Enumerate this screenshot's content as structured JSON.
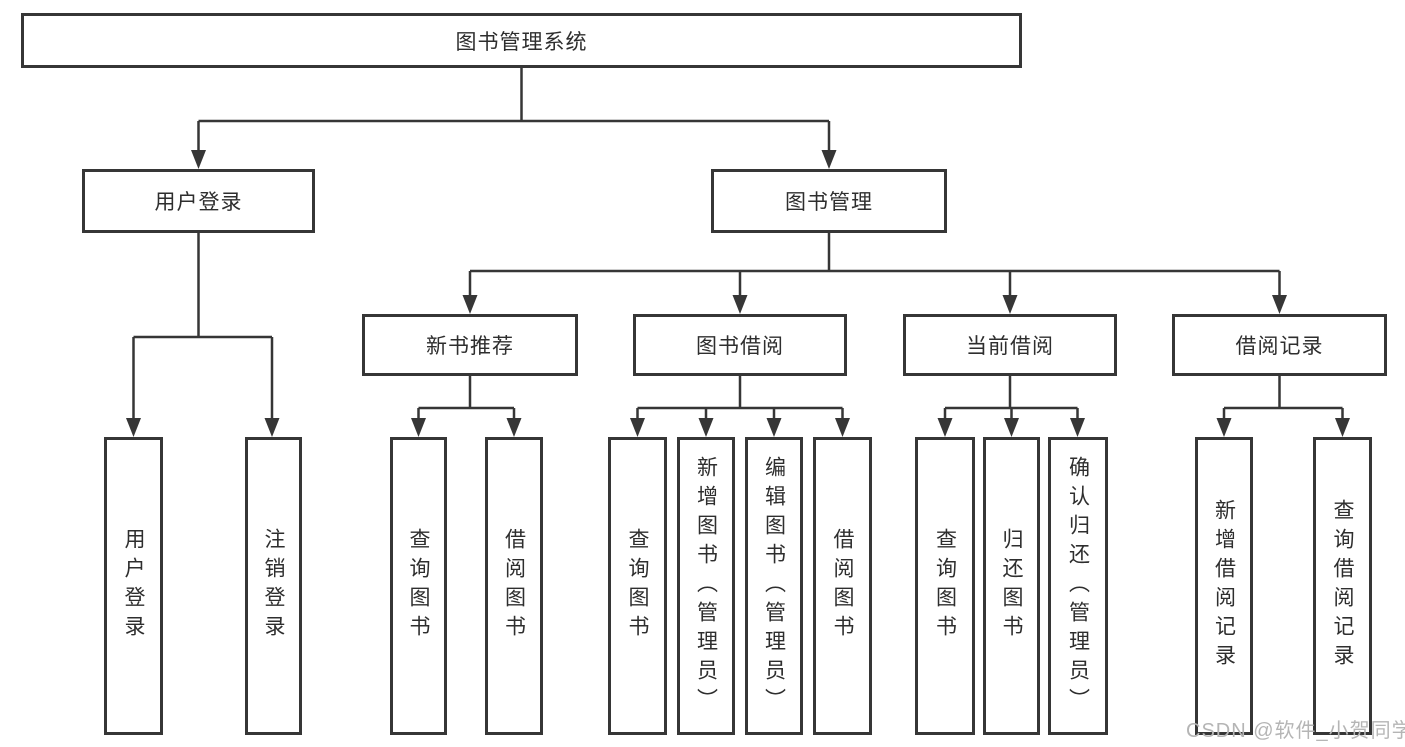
{
  "tree": {
    "label": "图书管理系统",
    "children": [
      {
        "label": "用户登录",
        "children": [
          {
            "label": "用户登录"
          },
          {
            "label": "注销登录"
          }
        ]
      },
      {
        "label": "图书管理",
        "children": [
          {
            "label": "新书推荐",
            "children": [
              {
                "label": "查询图书"
              },
              {
                "label": "借阅图书"
              }
            ]
          },
          {
            "label": "图书借阅",
            "children": [
              {
                "label": "查询图书"
              },
              {
                "label": "新增图书（管理员）"
              },
              {
                "label": "编辑图书（管理员）"
              },
              {
                "label": "借阅图书"
              }
            ]
          },
          {
            "label": "当前借阅",
            "children": [
              {
                "label": "查询图书"
              },
              {
                "label": "归还图书"
              },
              {
                "label": "确认归还（管理员）"
              }
            ]
          },
          {
            "label": "借阅记录",
            "children": [
              {
                "label": "新增借阅记录"
              },
              {
                "label": "查询借阅记录"
              }
            ]
          }
        ]
      }
    ]
  },
  "watermark": "CSDN @软件_小贺同学",
  "colors": {
    "line": "#363636",
    "text": "#2e2e2e",
    "background": "#ffffff",
    "watermark": "#b5b5b5"
  }
}
